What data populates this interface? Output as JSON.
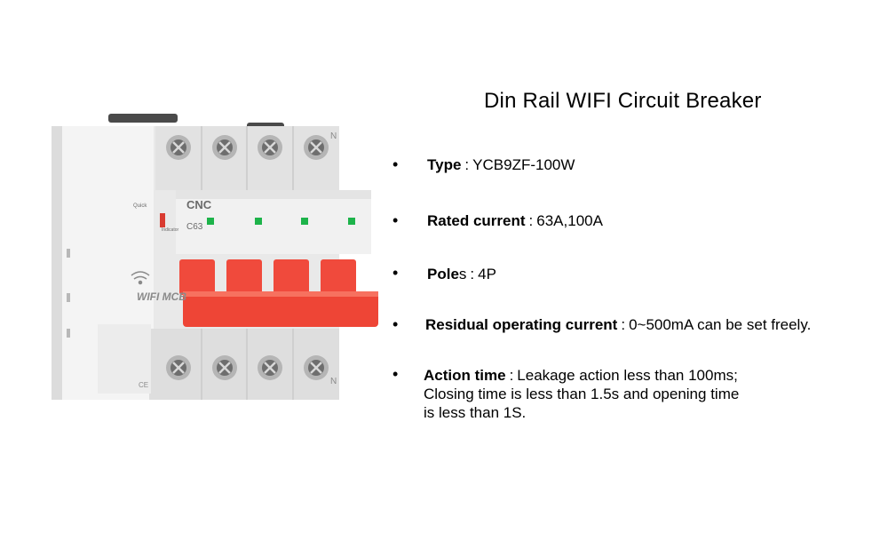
{
  "title": "Din Rail WIFI Circuit Breaker",
  "product": {
    "brand": "CNC",
    "rating": "C63",
    "label": "WIFI MCB",
    "quick_label": "Quick",
    "indicator_label": "Indicator",
    "neutral_mark": "N",
    "ce_mark": "CE"
  },
  "bullet": "•",
  "specs": [
    {
      "label": "Type",
      "sep": ":",
      "value": "YCB9ZF-100W"
    },
    {
      "label": "Rated current",
      "sep": ":",
      "value": "63A,100A"
    },
    {
      "label": "Pole",
      "label_suffix": "s",
      "sep": ":",
      "value": "4P"
    },
    {
      "label": "Residual operating current",
      "sep": ":",
      "value": "0~500mA can be set freely."
    },
    {
      "label": "Action time",
      "sep": ":",
      "value": "Leakage action less than 100ms;",
      "value_line2": "Closing time is less than 1.5s and opening time",
      "value_line3": "is less than 1S."
    }
  ],
  "colors": {
    "handle": "#f04a3c",
    "body": "#ececec",
    "indicator": "#1db34a"
  }
}
